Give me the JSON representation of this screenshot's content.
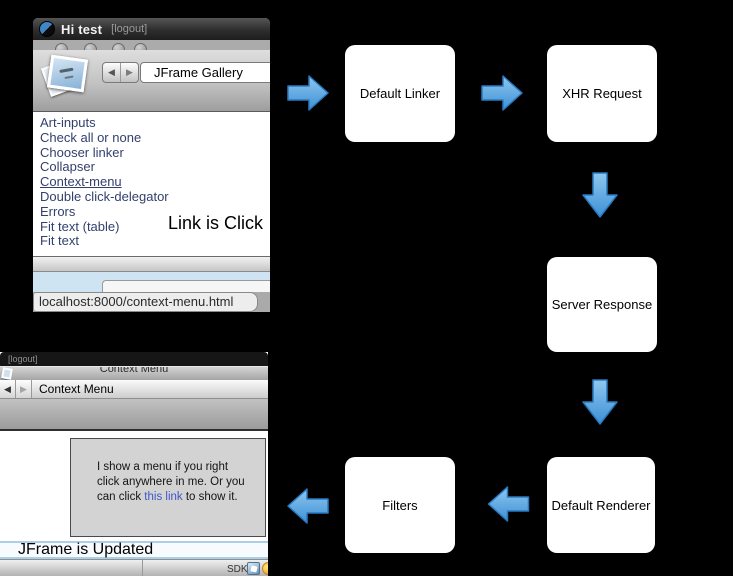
{
  "top_window": {
    "title": "Hi test",
    "logout": "[logout]",
    "toolbar": {
      "back_glyph": "◀",
      "forward_glyph": "▶",
      "title_field": "JFrame Gallery"
    },
    "links": [
      "Art-inputs",
      "Check all or none",
      "Chooser linker",
      "Collapser",
      "Context-menu",
      "Double click-delegator",
      "Errors",
      "Fit text (table)",
      "Fit text"
    ],
    "annotation": "Link is Click",
    "status_url": "localhost:8000/context-menu.html"
  },
  "flow": {
    "arrow_fill_top": "#8ec7ef",
    "arrow_fill_bottom": "#3d90d5",
    "arrow_stroke": "#2a79c0",
    "boxes": [
      {
        "label": "Default Linker"
      },
      {
        "label": "XHR Request"
      },
      {
        "label": "Server Response"
      },
      {
        "label": "Default Renderer"
      },
      {
        "label": "Filters"
      }
    ]
  },
  "bottom_window": {
    "logout": "[logout]",
    "window_title": "Context Menu",
    "toolbar": {
      "back_glyph": "◀",
      "forward_glyph": "▶",
      "label": "Context Menu"
    },
    "panel_text_part1": "I show a menu if you right click anywhere in me. Or you can click ",
    "panel_link": "this link",
    "panel_text_part2": " to show it.",
    "status_text": "JFrame is Updated",
    "sdk_label": "SDK"
  }
}
